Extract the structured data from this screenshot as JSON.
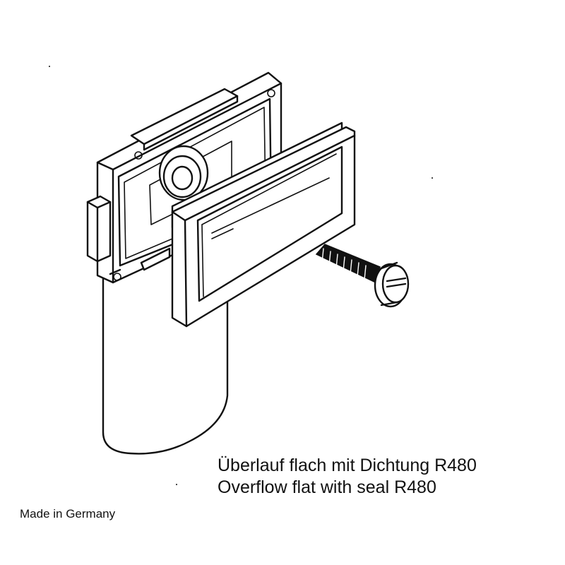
{
  "caption": {
    "line_de": "Überlauf flach mit Dichtung R480",
    "line_en": "Overflow flat with seal R480"
  },
  "footer": {
    "origin": "Made in Germany"
  },
  "colors": {
    "ink": "#111111",
    "background": "#ffffff"
  }
}
